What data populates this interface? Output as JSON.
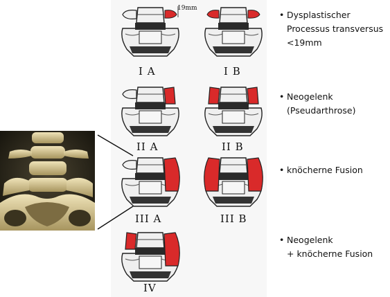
{
  "figure": {
    "measurement_label": "19mm",
    "types": [
      {
        "id": "IA",
        "label": "I A"
      },
      {
        "id": "IB",
        "label": "I B"
      },
      {
        "id": "IIA",
        "label": "II A"
      },
      {
        "id": "IIB",
        "label": "II B"
      },
      {
        "id": "IIIA",
        "label": "III A"
      },
      {
        "id": "IIIB",
        "label": "III B"
      },
      {
        "id": "IV",
        "label": "IV"
      }
    ],
    "descriptions": [
      {
        "lines": "Dysplastischer\nProcessus transversus\n<19mm"
      },
      {
        "lines": "Neogelenk\n(Pseudarthrose)"
      },
      {
        "lines": "knöcherne Fusion"
      },
      {
        "lines": "Neogelenk\n+ knöcherne Fusion"
      }
    ],
    "bullet_symbol": "•",
    "colors": {
      "highlight": "#d92a2a",
      "bone": "#e6e6e6",
      "outline": "#222222",
      "ct_bone": "#d8c89a"
    }
  }
}
